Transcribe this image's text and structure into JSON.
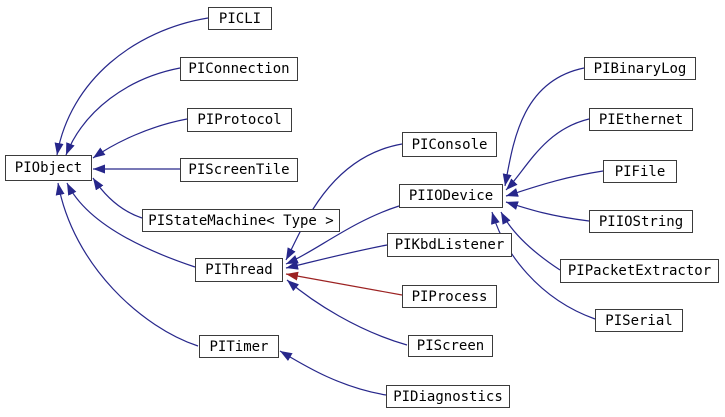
{
  "diagram": {
    "kind": "class-inheritance-graph",
    "colors": {
      "edge_public_inheritance": "#27278b",
      "edge_private_inheritance": "#9c2222",
      "box_border": "#3b3b3b",
      "box_background": "#ffffff",
      "text": "#000000",
      "page_background": "#ffffff"
    },
    "nodes": {
      "piobject": {
        "label": "PIObject"
      },
      "picli": {
        "label": "PICLI"
      },
      "piconnection": {
        "label": "PIConnection"
      },
      "piprotocol": {
        "label": "PIProtocol"
      },
      "piscreentile": {
        "label": "PIScreenTile"
      },
      "pistatemachine": {
        "label": "PIStateMachine< Type >"
      },
      "pithread": {
        "label": "PIThread"
      },
      "pitimer": {
        "label": "PITimer"
      },
      "piconsole": {
        "label": "PIConsole"
      },
      "piiodevice": {
        "label": "PIIODevice"
      },
      "pikbdlistener": {
        "label": "PIKbdListener"
      },
      "piprocess": {
        "label": "PIProcess"
      },
      "piscreen": {
        "label": "PIScreen"
      },
      "pidiagnostics": {
        "label": "PIDiagnostics"
      },
      "pibinarylog": {
        "label": "PIBinaryLog"
      },
      "piethernet": {
        "label": "PIEthernet"
      },
      "pifile": {
        "label": "PIFile"
      },
      "piiostring": {
        "label": "PIIOString"
      },
      "pipacketextractor": {
        "label": "PIPacketExtractor"
      },
      "piserial": {
        "label": "PISerial"
      }
    },
    "edges": [
      {
        "from": "PICLI",
        "to": "PIObject",
        "relation": "public-inheritance"
      },
      {
        "from": "PIConnection",
        "to": "PIObject",
        "relation": "public-inheritance"
      },
      {
        "from": "PIProtocol",
        "to": "PIObject",
        "relation": "public-inheritance"
      },
      {
        "from": "PIScreenTile",
        "to": "PIObject",
        "relation": "public-inheritance"
      },
      {
        "from": "PIStateMachine< Type >",
        "to": "PIObject",
        "relation": "public-inheritance"
      },
      {
        "from": "PIThread",
        "to": "PIObject",
        "relation": "public-inheritance"
      },
      {
        "from": "PITimer",
        "to": "PIObject",
        "relation": "public-inheritance"
      },
      {
        "from": "PIConsole",
        "to": "PIThread",
        "relation": "public-inheritance"
      },
      {
        "from": "PIIODevice",
        "to": "PIThread",
        "relation": "public-inheritance"
      },
      {
        "from": "PIKbdListener",
        "to": "PIThread",
        "relation": "public-inheritance"
      },
      {
        "from": "PIProcess",
        "to": "PIThread",
        "relation": "private-inheritance"
      },
      {
        "from": "PIScreen",
        "to": "PIThread",
        "relation": "public-inheritance"
      },
      {
        "from": "PIBinaryLog",
        "to": "PIIODevice",
        "relation": "public-inheritance"
      },
      {
        "from": "PIEthernet",
        "to": "PIIODevice",
        "relation": "public-inheritance"
      },
      {
        "from": "PIFile",
        "to": "PIIODevice",
        "relation": "public-inheritance"
      },
      {
        "from": "PIIOString",
        "to": "PIIODevice",
        "relation": "public-inheritance"
      },
      {
        "from": "PIPacketExtractor",
        "to": "PIIODevice",
        "relation": "public-inheritance"
      },
      {
        "from": "PISerial",
        "to": "PIIODevice",
        "relation": "public-inheritance"
      },
      {
        "from": "PIDiagnostics",
        "to": "PITimer",
        "relation": "public-inheritance"
      }
    ]
  }
}
